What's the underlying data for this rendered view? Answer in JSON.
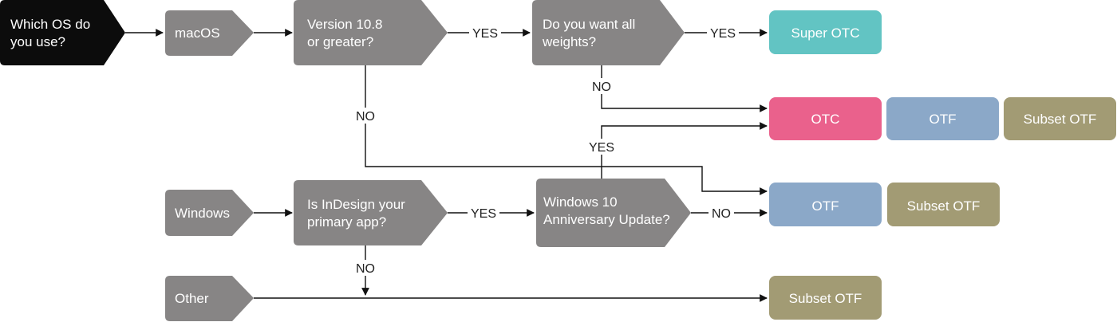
{
  "colors": {
    "start": "#0c0c0c",
    "decision": "#878585",
    "super_otc": "#62c4c3",
    "otc": "#ea618c",
    "otf": "#8ba8c8",
    "subset_otf": "#a29b74",
    "line": "#111111"
  },
  "nodes": {
    "start": "Which OS do you use?",
    "macos": "macOS",
    "windows": "Windows",
    "other": "Other",
    "version_check": "Version 10.8 or greater?",
    "all_weights": "Do you want all weights?",
    "indesign_primary": "Is InDesign your primary app?",
    "win10_anniversary": "Windows 10 Anniversary Update?",
    "super_otc": "Super OTC",
    "otc": "OTC",
    "otf_row2": "OTF",
    "subset_otf_row2": "Subset OTF",
    "otf_row3": "OTF",
    "subset_otf_row3": "Subset OTF",
    "subset_otf_row4": "Subset OTF"
  },
  "edge_labels": {
    "version_yes": "YES",
    "weights_yes": "YES",
    "weights_no": "NO",
    "version_no": "NO",
    "win10_yes": "YES",
    "indesign_yes": "YES",
    "win10_no": "NO",
    "indesign_no": "NO"
  }
}
